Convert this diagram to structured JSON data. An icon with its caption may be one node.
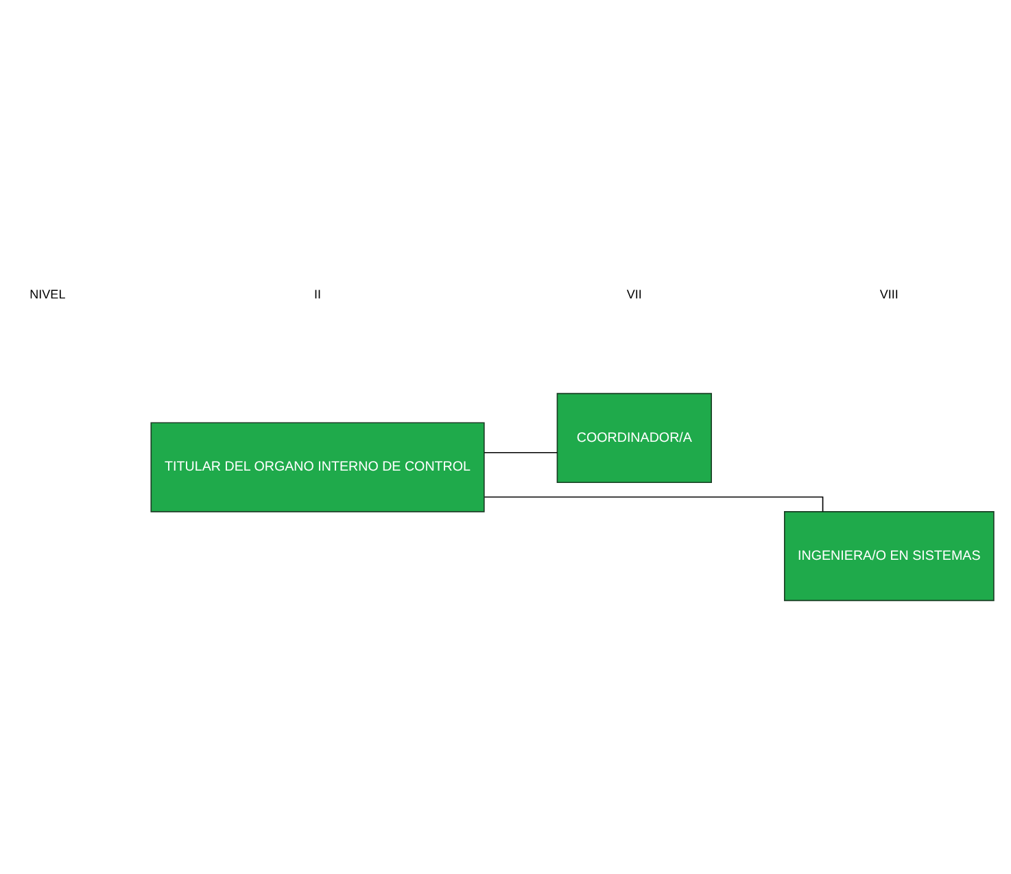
{
  "diagram": {
    "nodes": [
      {
        "text": [
          "TITULAR DEL ORGANO INTERNO DE CONTROL"
        ]
      },
      {
        "text": [
          "COORDINADOR/A"
        ]
      },
      {
        "text": [
          "INGENIERA/O EN SISTEMAS"
        ]
      }
    ],
    "edges": [
      {
        "from": 0,
        "to": 1,
        "arrow": "none"
      },
      {
        "from": 0,
        "to": 2,
        "arrow": "none"
      }
    ],
    "labels": [
      "NIVEL",
      "II",
      "VII",
      "VIII"
    ]
  }
}
